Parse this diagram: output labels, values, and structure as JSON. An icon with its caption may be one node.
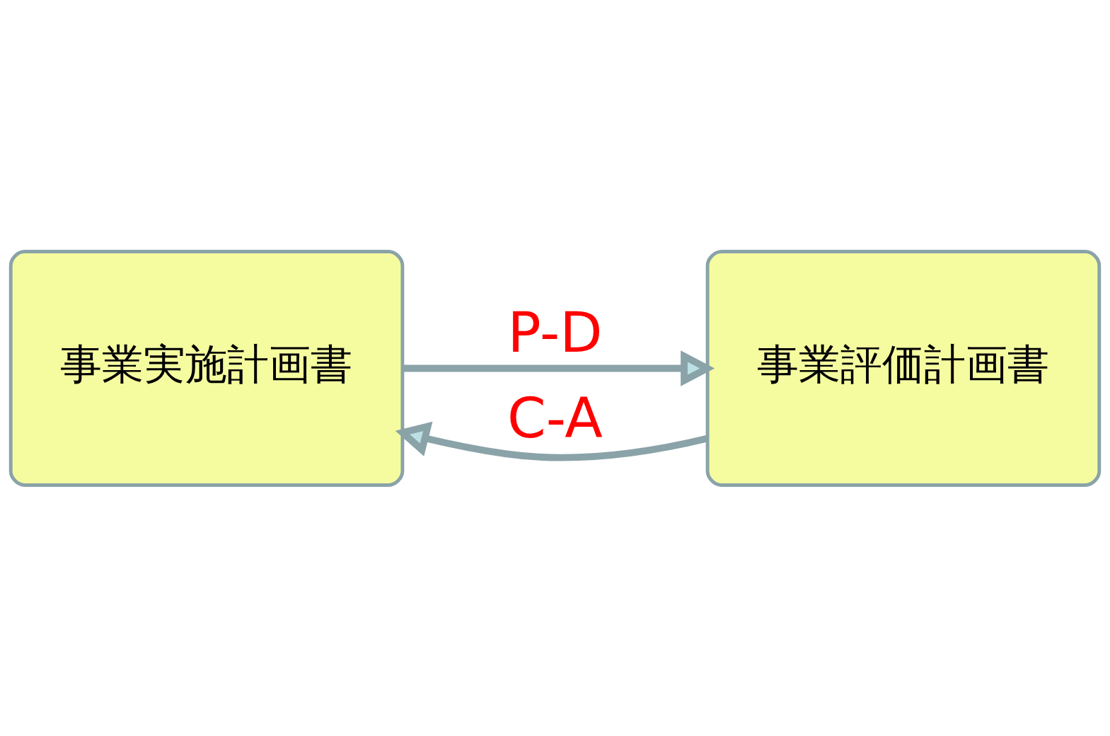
{
  "diagram": {
    "nodes": [
      {
        "text": [
          "事業実施計画書"
        ]
      },
      {
        "text": [
          "事業評価計画書"
        ]
      }
    ],
    "edges": [
      {
        "from": 0,
        "to": 1,
        "arrow": "to",
        "label": "P-D"
      },
      {
        "from": 1,
        "to": 0,
        "arrow": "to",
        "label": "C-A"
      }
    ]
  }
}
